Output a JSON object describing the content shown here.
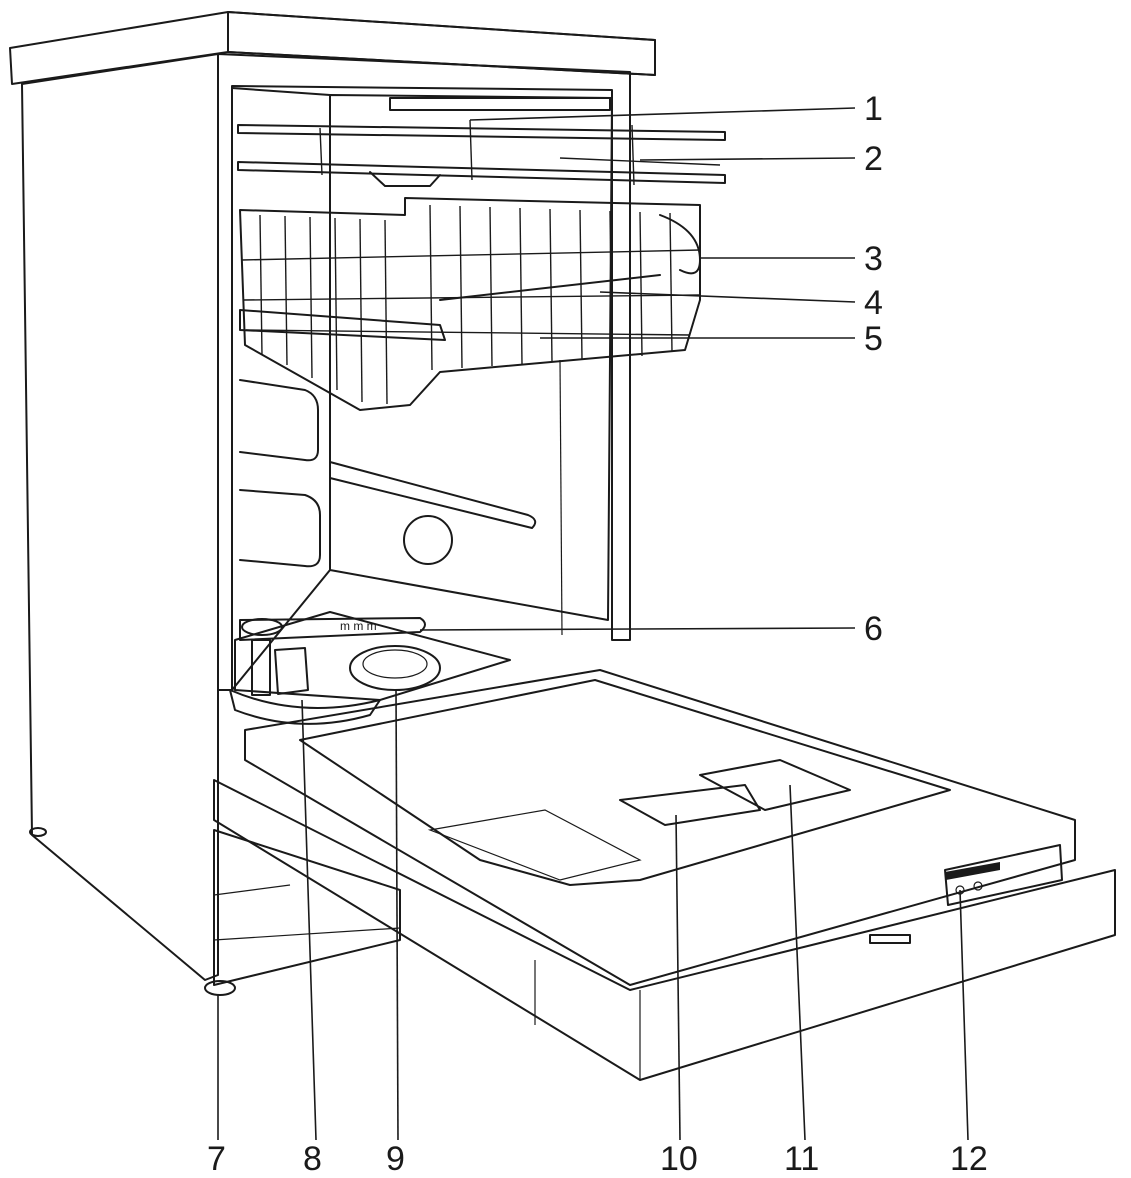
{
  "callouts": [
    {
      "id": "1",
      "label": "1"
    },
    {
      "id": "2",
      "label": "2"
    },
    {
      "id": "3",
      "label": "3"
    },
    {
      "id": "4",
      "label": "4"
    },
    {
      "id": "5",
      "label": "5"
    },
    {
      "id": "6",
      "label": "6"
    },
    {
      "id": "7",
      "label": "7"
    },
    {
      "id": "8",
      "label": "8"
    },
    {
      "id": "9",
      "label": "9"
    },
    {
      "id": "10",
      "label": "10"
    },
    {
      "id": "11",
      "label": "11"
    },
    {
      "id": "12",
      "label": "12"
    }
  ],
  "colors": {
    "outline": "#1a1a1a",
    "body": "#f2f2f2",
    "interior": "#d9d9d9",
    "door": "#efefef"
  }
}
